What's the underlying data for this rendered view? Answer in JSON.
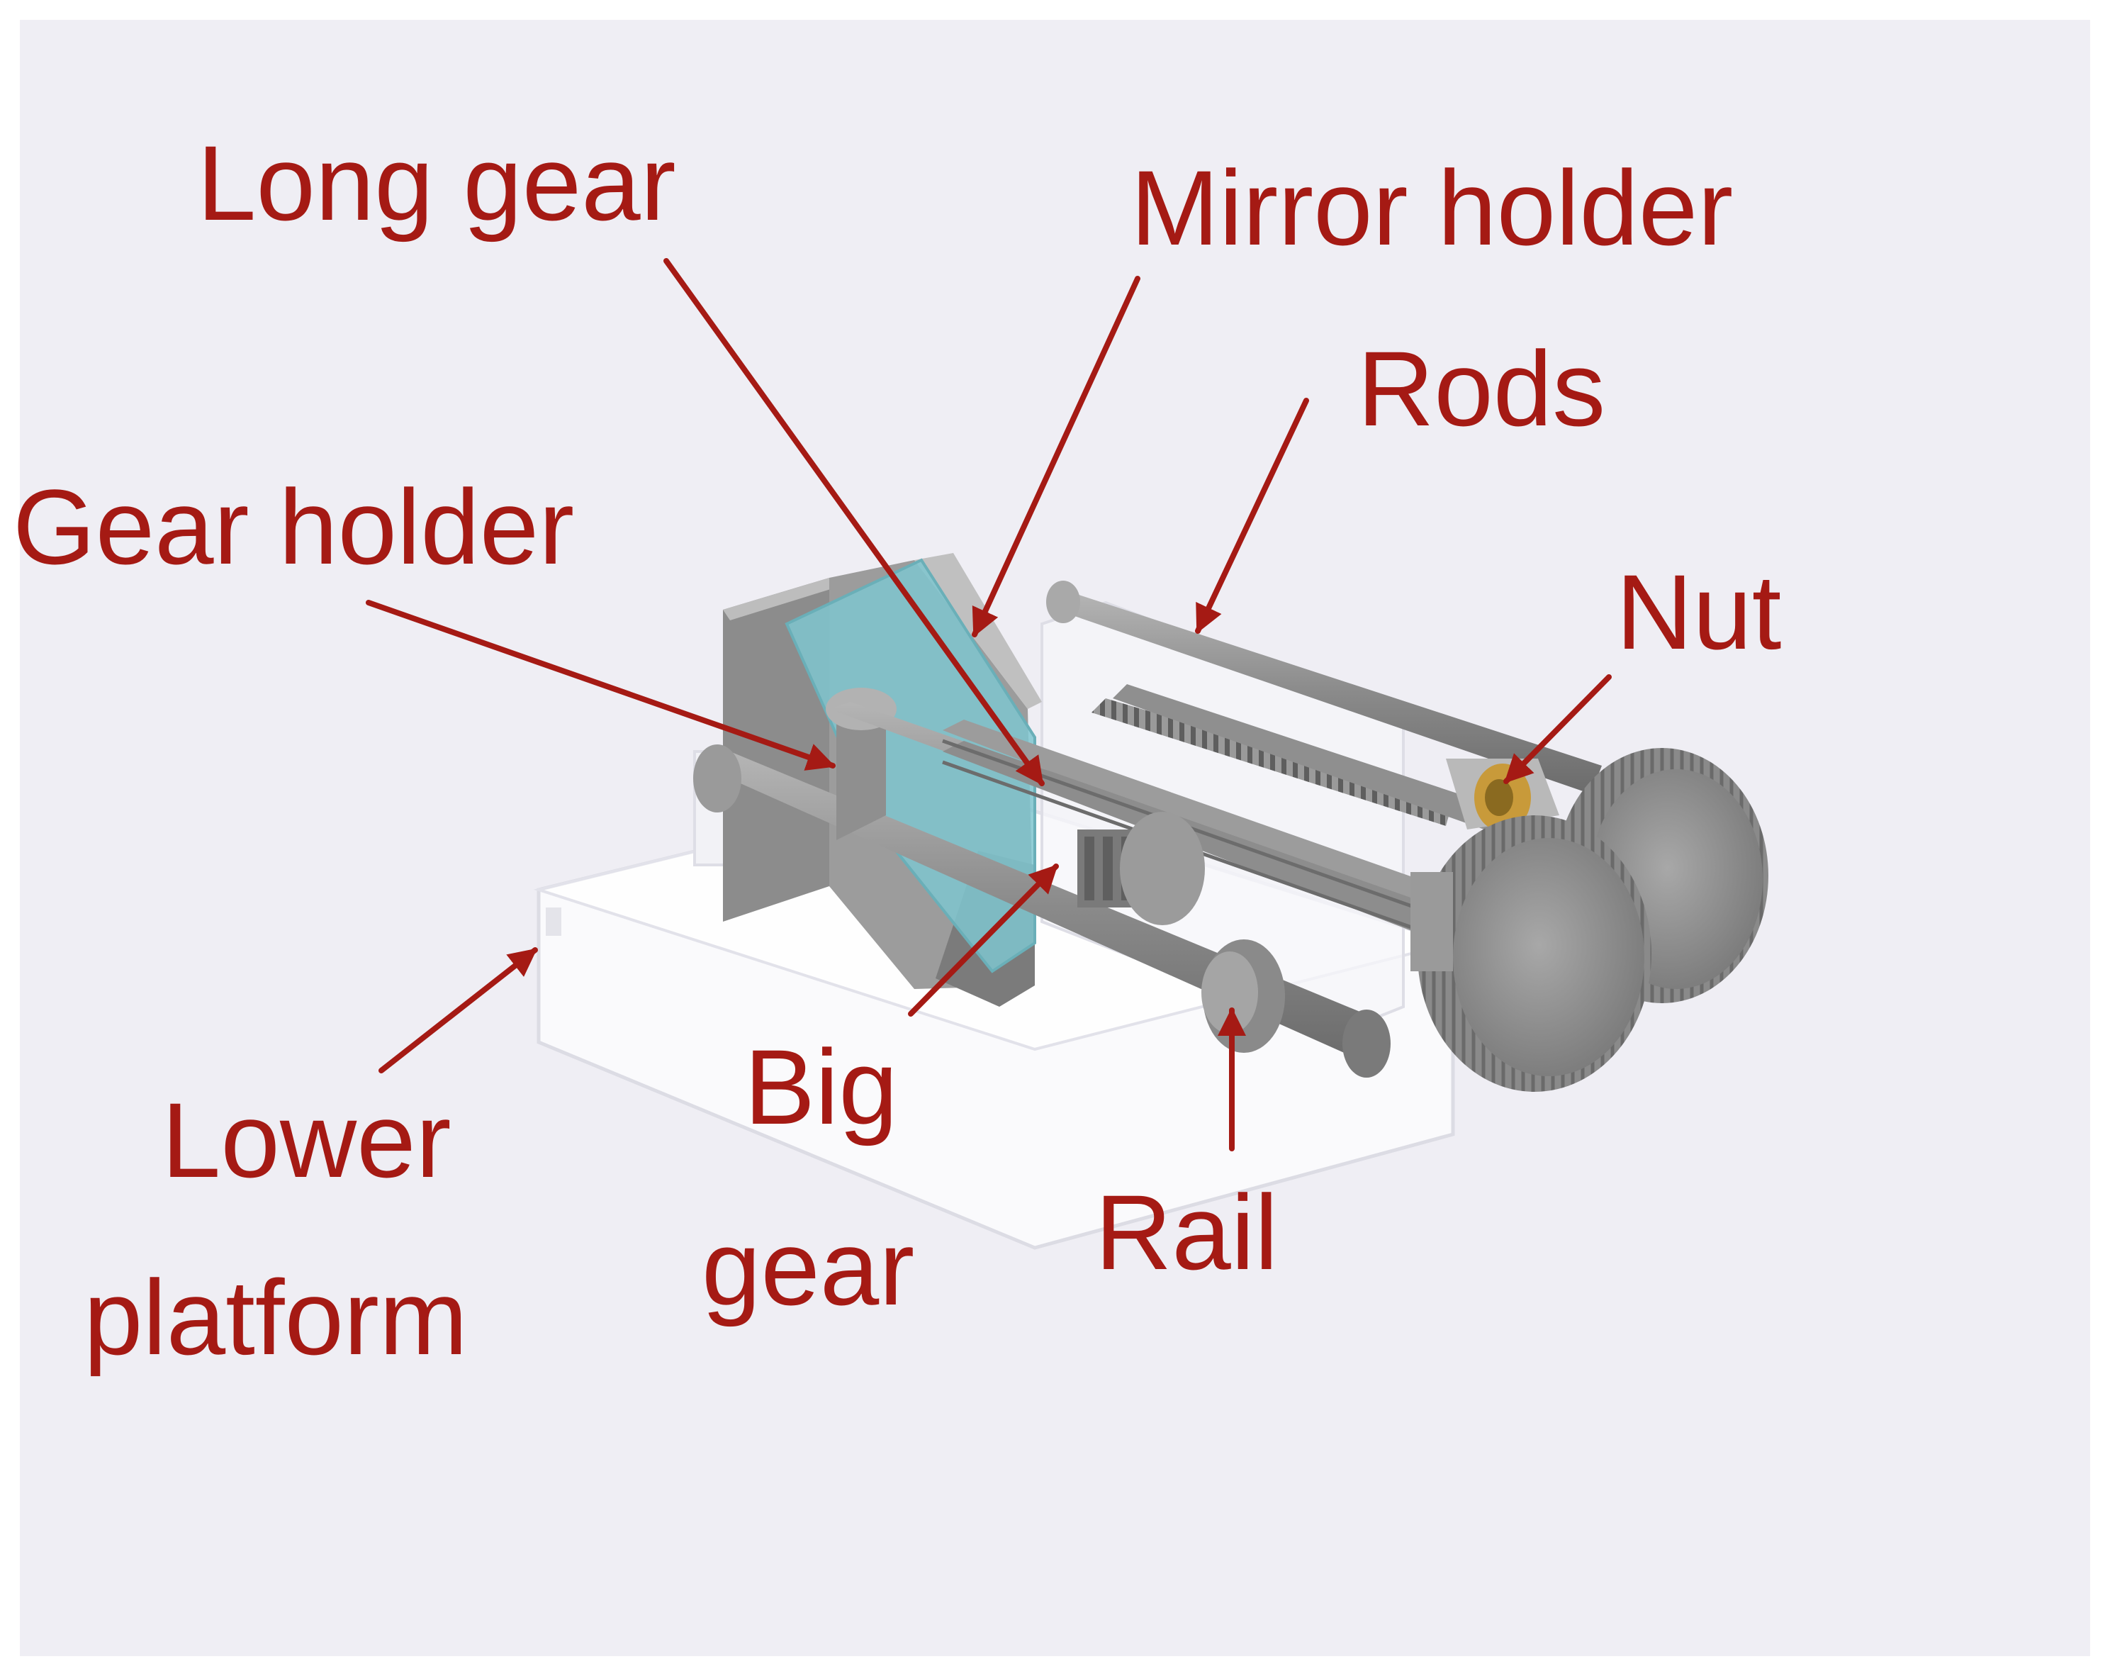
{
  "labels": {
    "long_gear": "Long gear",
    "mirror_holder": "Mirror holder",
    "rods": "Rods",
    "gear_holder": "Gear holder",
    "nut": "Nut",
    "big_gear_line1": "Big",
    "big_gear_line2": "gear",
    "lower_platform_line1": "Lower",
    "lower_platform_line2": "platform",
    "rail": "Rail"
  },
  "colors": {
    "background": "#efeef4",
    "label": "#a51a14",
    "metal": "#8e8e8e",
    "mirror": "#7fc6cf",
    "brass": "#c89a3a",
    "platform": "#f7f7fa"
  }
}
